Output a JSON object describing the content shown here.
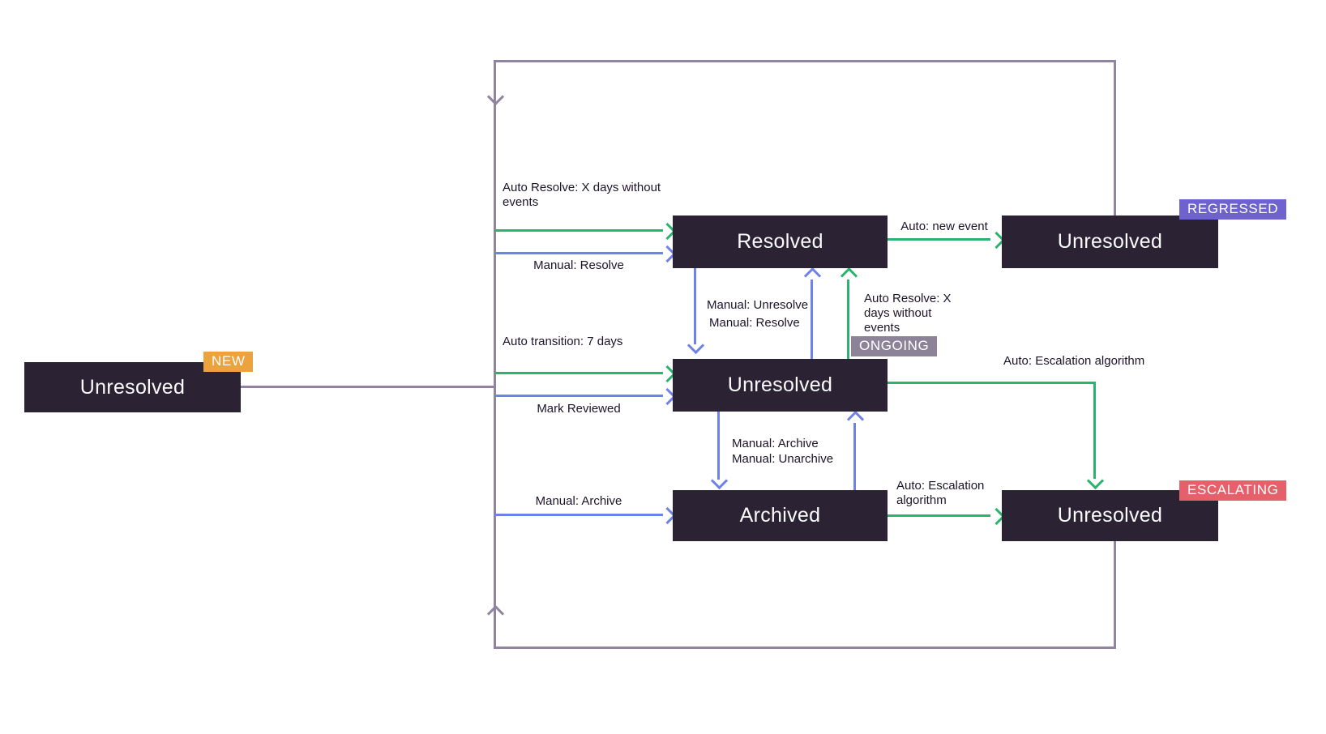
{
  "states": {
    "new": {
      "label": "Unresolved",
      "badge": "NEW"
    },
    "resolved": {
      "label": "Resolved"
    },
    "ongoing": {
      "label": "Unresolved",
      "badge": "ONGOING"
    },
    "archived": {
      "label": "Archived"
    },
    "regressed": {
      "label": "Unresolved",
      "badge": "REGRESSED"
    },
    "escalating": {
      "label": "Unresolved",
      "badge": "ESCALATING"
    }
  },
  "edges": {
    "auto_resolve_to_resolved": "Auto Resolve: X days without events",
    "manual_resolve_to_resolved": "Manual: Resolve",
    "auto_transition": "Auto transition: 7 days",
    "mark_reviewed": "Mark Reviewed",
    "manual_archive_from_trunk": "Manual: Archive",
    "manual_unresolve": "Manual: Unresolve",
    "manual_resolve_from_ongoing": "Manual: Resolve",
    "auto_resolve_from_ongoing": "Auto Resolve: X days without events",
    "manual_archive_from_ongoing": "Manual: Archive",
    "manual_unarchive": "Manual: Unarchive",
    "auto_new_event": "Auto: new event",
    "auto_escalation_from_ongoing": "Auto: Escalation algorithm",
    "auto_escalation_from_archived": "Auto: Escalation algorithm"
  },
  "colors": {
    "background": "#ffffff",
    "state_box": "#2b2233",
    "state_text": "#fbfafc",
    "auto_edge_green": "#2cb36e",
    "manual_edge_blue": "#6f82e8",
    "loop_edge_purple": "#90849e",
    "label_text": "#1c1429",
    "badge_new": "#eca33d",
    "badge_ongoing": "#8d8399",
    "badge_regressed": "#6e63ce",
    "badge_escalating": "#e5606b"
  }
}
